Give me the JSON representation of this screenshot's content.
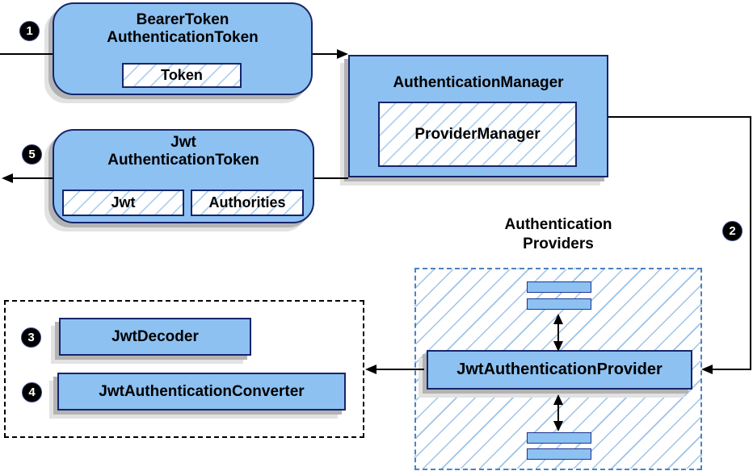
{
  "badges": {
    "step1": "1",
    "step2": "2",
    "step3": "3",
    "step4": "4",
    "step5": "5"
  },
  "nodes": {
    "bearer_token": {
      "title_line1": "BearerToken",
      "title_line2": "AuthenticationToken",
      "field_token": "Token"
    },
    "jwt_auth_token": {
      "title_line1": "Jwt",
      "title_line2": "AuthenticationToken",
      "field_jwt": "Jwt",
      "field_authorities": "Authorities"
    },
    "authentication_manager": {
      "title": "AuthenticationManager",
      "inner": "ProviderManager"
    },
    "providers_group": {
      "label_line1": "Authentication",
      "label_line2": "Providers",
      "provider": "JwtAuthenticationProvider"
    },
    "resolver_group": {
      "decoder": "JwtDecoder",
      "converter": "JwtAuthenticationConverter"
    }
  },
  "colors": {
    "node_fill": "#8dc1f1",
    "node_border": "#17246b",
    "field_hatch": "#b2d1f0",
    "container_hatch": "#9cc3e8",
    "dashed_blue_border": "#4f81bd",
    "dashed_black_border": "#000000",
    "shadow_dark": "#b3b3b3",
    "shadow_light": "#e2e2e2",
    "arrow": "#000000",
    "badge_background": "#000000",
    "badge_text": "#ffffff"
  }
}
